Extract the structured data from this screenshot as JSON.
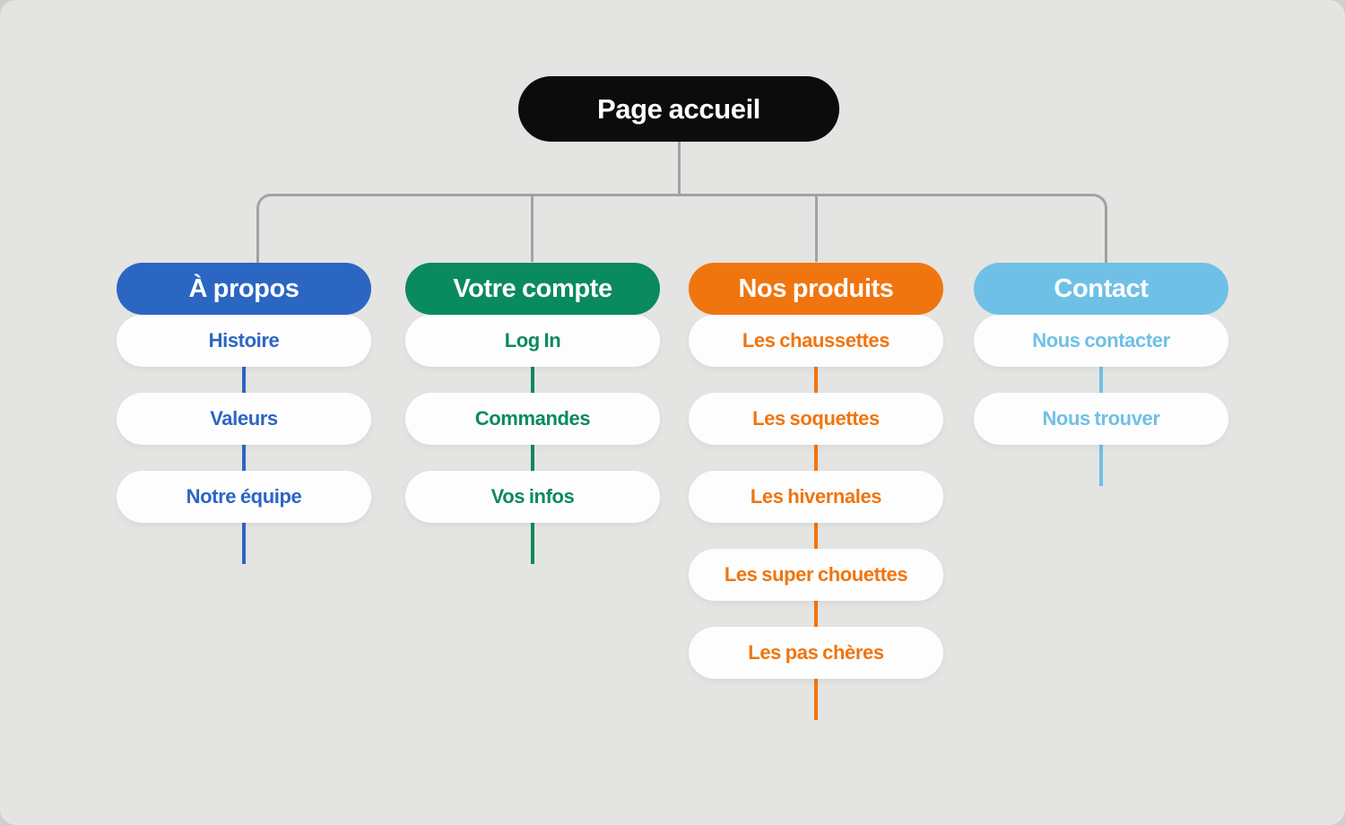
{
  "diagram": {
    "background": "#e4e4e2",
    "connector_color": "#a2a2a2",
    "root": {
      "label": "Page accueil",
      "color": "#0c0c0c",
      "text_color": "#ffffff"
    },
    "branches": [
      {
        "label": "À propos",
        "color": "#2b66c3",
        "children": [
          "Histoire",
          "Valeurs",
          "Notre équipe"
        ]
      },
      {
        "label": "Votre compte",
        "color": "#0a8a5f",
        "children": [
          "Log In",
          "Commandes",
          "Vos infos"
        ]
      },
      {
        "label": "Nos produits",
        "color": "#f0750f",
        "children": [
          "Les chaussettes",
          "Les soquettes",
          "Les hivernales",
          "Les super chouettes",
          "Les pas chères"
        ]
      },
      {
        "label": "Contact",
        "color": "#6fc0e7",
        "children": [
          "Nous contacter",
          "Nous trouver"
        ]
      }
    ]
  }
}
